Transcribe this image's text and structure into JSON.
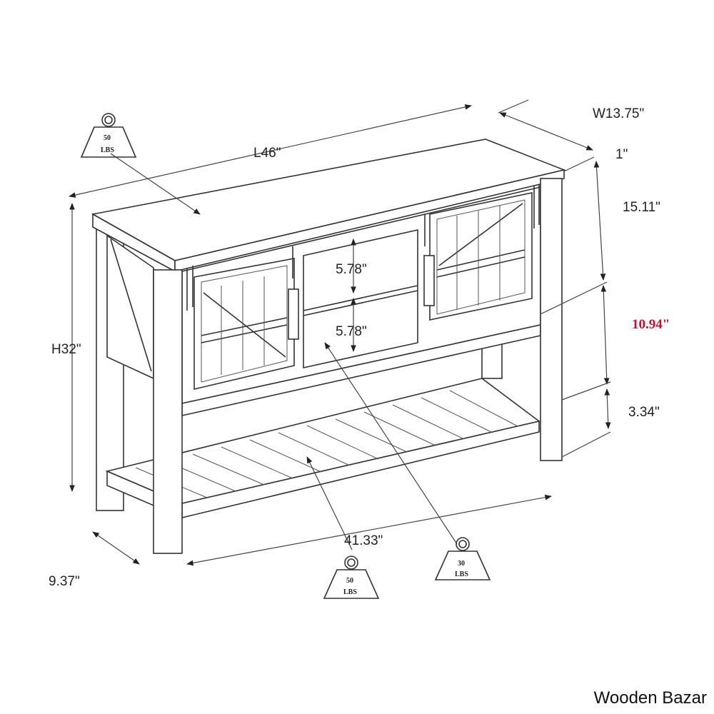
{
  "dimensions": {
    "length": "L46\"",
    "width": "W13.75\"",
    "top_thickness": "1\"",
    "height": "H32\"",
    "upper_section": "15.11\"",
    "middle_gap": "10.94\"",
    "bottom_clearance": "3.34\"",
    "shelf_upper": "5.78\"",
    "shelf_lower": "5.78\"",
    "shelf_length": "41.33\"",
    "shelf_depth": "9.37\""
  },
  "weights": {
    "top": {
      "value": "50",
      "unit": "LBS"
    },
    "bottom_shelf": {
      "value": "50",
      "unit": "LBS"
    },
    "middle_shelf": {
      "value": "30",
      "unit": "LBS"
    }
  },
  "colors": {
    "highlight": "#c8102e"
  },
  "brand": "Wooden Bazar"
}
